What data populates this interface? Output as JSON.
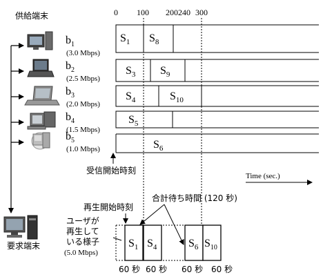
{
  "labels": {
    "supply_terminal": "供給端末",
    "request_terminal": "要求端末",
    "recv_start": "受信開始時刻",
    "play_start": "再生開始時刻",
    "total_wait": "合計待ち時間 (120 秒)",
    "time_axis": "Time (sec.)",
    "user_line1": "ユーザが",
    "user_line2": "再生して",
    "user_line3": "いる様子",
    "user_rate": "(5.0 Mbps)"
  },
  "axis_ticks": [
    "0",
    "100",
    "200",
    "240",
    "300"
  ],
  "peers": [
    {
      "name": "b",
      "sub": "1",
      "rate": "(3.0 Mbps)",
      "icon": "desktop-computer-icon"
    },
    {
      "name": "b",
      "sub": "2",
      "rate": "(2.5 Mbps)",
      "icon": "laptop-icon"
    },
    {
      "name": "b",
      "sub": "3",
      "rate": "(2.0 Mbps)",
      "icon": "laptop-icon"
    },
    {
      "name": "b",
      "sub": "4",
      "rate": "(1.5 Mbps)",
      "icon": "desktop-computer-icon"
    },
    {
      "name": "b",
      "sub": "5",
      "rate": "(1.0 Mbps)",
      "icon": "desktop-computer-icon"
    }
  ],
  "segments": [
    {
      "row": 0,
      "name": "S",
      "sub": "1"
    },
    {
      "row": 0,
      "name": "S",
      "sub": "8"
    },
    {
      "row": 1,
      "name": "S",
      "sub": "3"
    },
    {
      "row": 1,
      "name": "S",
      "sub": "9"
    },
    {
      "row": 2,
      "name": "S",
      "sub": "4"
    },
    {
      "row": 2,
      "name": "S",
      "sub": "10"
    },
    {
      "row": 3,
      "name": "S",
      "sub": "5"
    },
    {
      "row": 4,
      "name": "S",
      "sub": "6"
    }
  ],
  "playback": {
    "blocks": [
      {
        "name": "S",
        "sub": "1"
      },
      {
        "name": "S",
        "sub": "4"
      },
      {
        "name": "S",
        "sub": "6"
      },
      {
        "name": "S",
        "sub": "10"
      }
    ],
    "durations": [
      "60 秒",
      "60 秒",
      "60 秒",
      "60 秒"
    ]
  },
  "colors": {
    "line": "#000000",
    "background": "#ffffff",
    "icon_gray": "#7a7a7a"
  }
}
